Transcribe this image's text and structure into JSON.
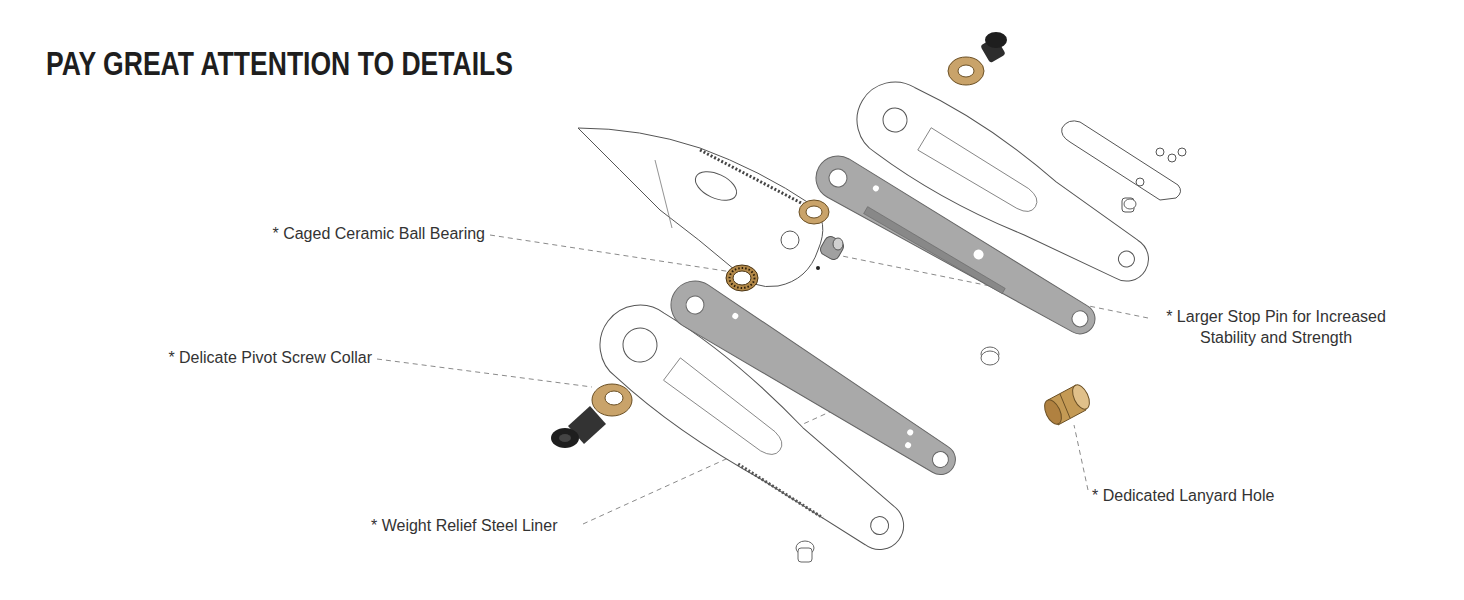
{
  "diagram": {
    "title": "PAY GREAT ATTENTION TO DETAILS",
    "labels": [
      "* Caged Ceramic Ball Bearing",
      "* Larger Stop Pin for Increased Stability and Strength",
      "* Delicate Pivot Screw Collar",
      "* Dedicated Lanyard Hole",
      "* Weight Relief Steel Liner"
    ]
  }
}
